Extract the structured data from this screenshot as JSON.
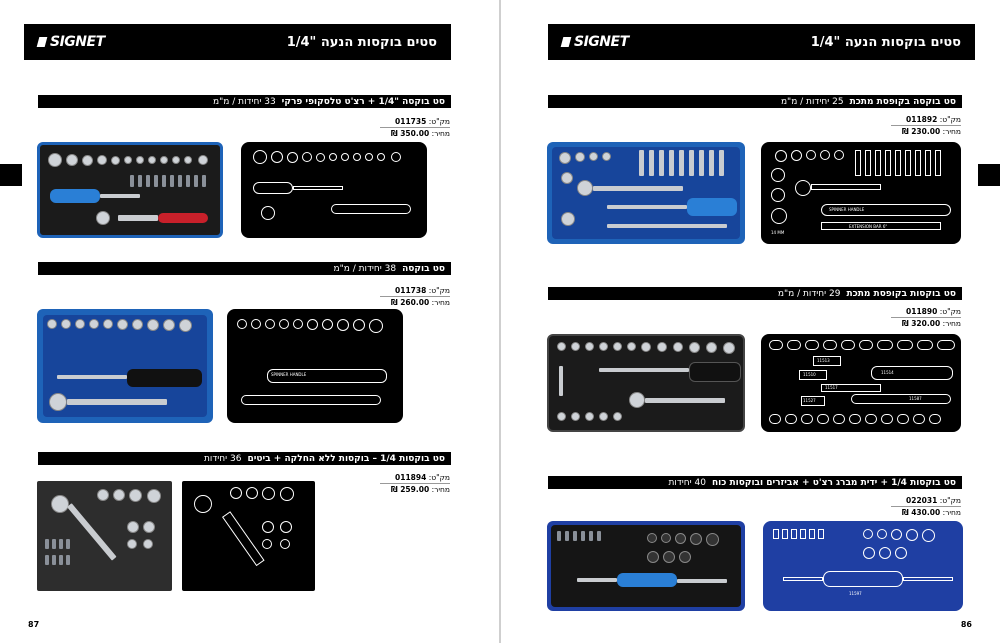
{
  "header_title": "סטים בוקסות הנעה \"1/4",
  "brand": "SIGNET",
  "labels": {
    "code": "מק\"ט:",
    "price": "מחיר:"
  },
  "left_page": {
    "page_number": "87",
    "products": [
      {
        "title": "סט בוקסה \"1/4 + רצ'ט טלסקופי פרקי",
        "count": "33 יחידות / מ\"מ",
        "code": "011735",
        "price": "350.00 ₪"
      },
      {
        "title": "סט בוקסה",
        "count": "38 יחידות / מ\"מ",
        "code": "011738",
        "price": "260.00 ₪"
      },
      {
        "title": "סט בוקסות 1/4 – בוקסות ללא החלקה + ביטים",
        "count": "36 יחידות",
        "code": "011894",
        "price": "259.00 ₪"
      }
    ]
  },
  "right_page": {
    "page_number": "86",
    "products": [
      {
        "title": "סט בוקסה בקופסת מתכת",
        "count": "25 יחידות / מ\"מ",
        "code": "011892",
        "price": "230.00 ₪"
      },
      {
        "title": "סט בוקסות בקופסת מתכת",
        "count": "29 יחידות / מ\"מ",
        "code": "011890",
        "price": "320.00 ₪"
      },
      {
        "title": "סט בוקסות 1/4 + ידית מברג רצ'ט + אביזרים ובוקסות כוח",
        "count": "40 יחידות",
        "code": "022031",
        "price": "430.00 ₪"
      }
    ]
  },
  "outline_labels": {
    "spinner_handle": "SPINNER HANDLE",
    "extension_bar": "EXTENSION BAR 6\"",
    "size_14": "14 MM",
    "t1": "11513",
    "t2": "11514",
    "t3": "11510",
    "t4": "11517",
    "t5": "11527",
    "t6": "11587",
    "t7": "11597"
  },
  "colors": {
    "black": "#000000",
    "case_blue": "#1e63b8",
    "navy_case": "#1f3fa3",
    "handle_blue": "#2a7fd6",
    "red_grip": "#c8202a"
  }
}
